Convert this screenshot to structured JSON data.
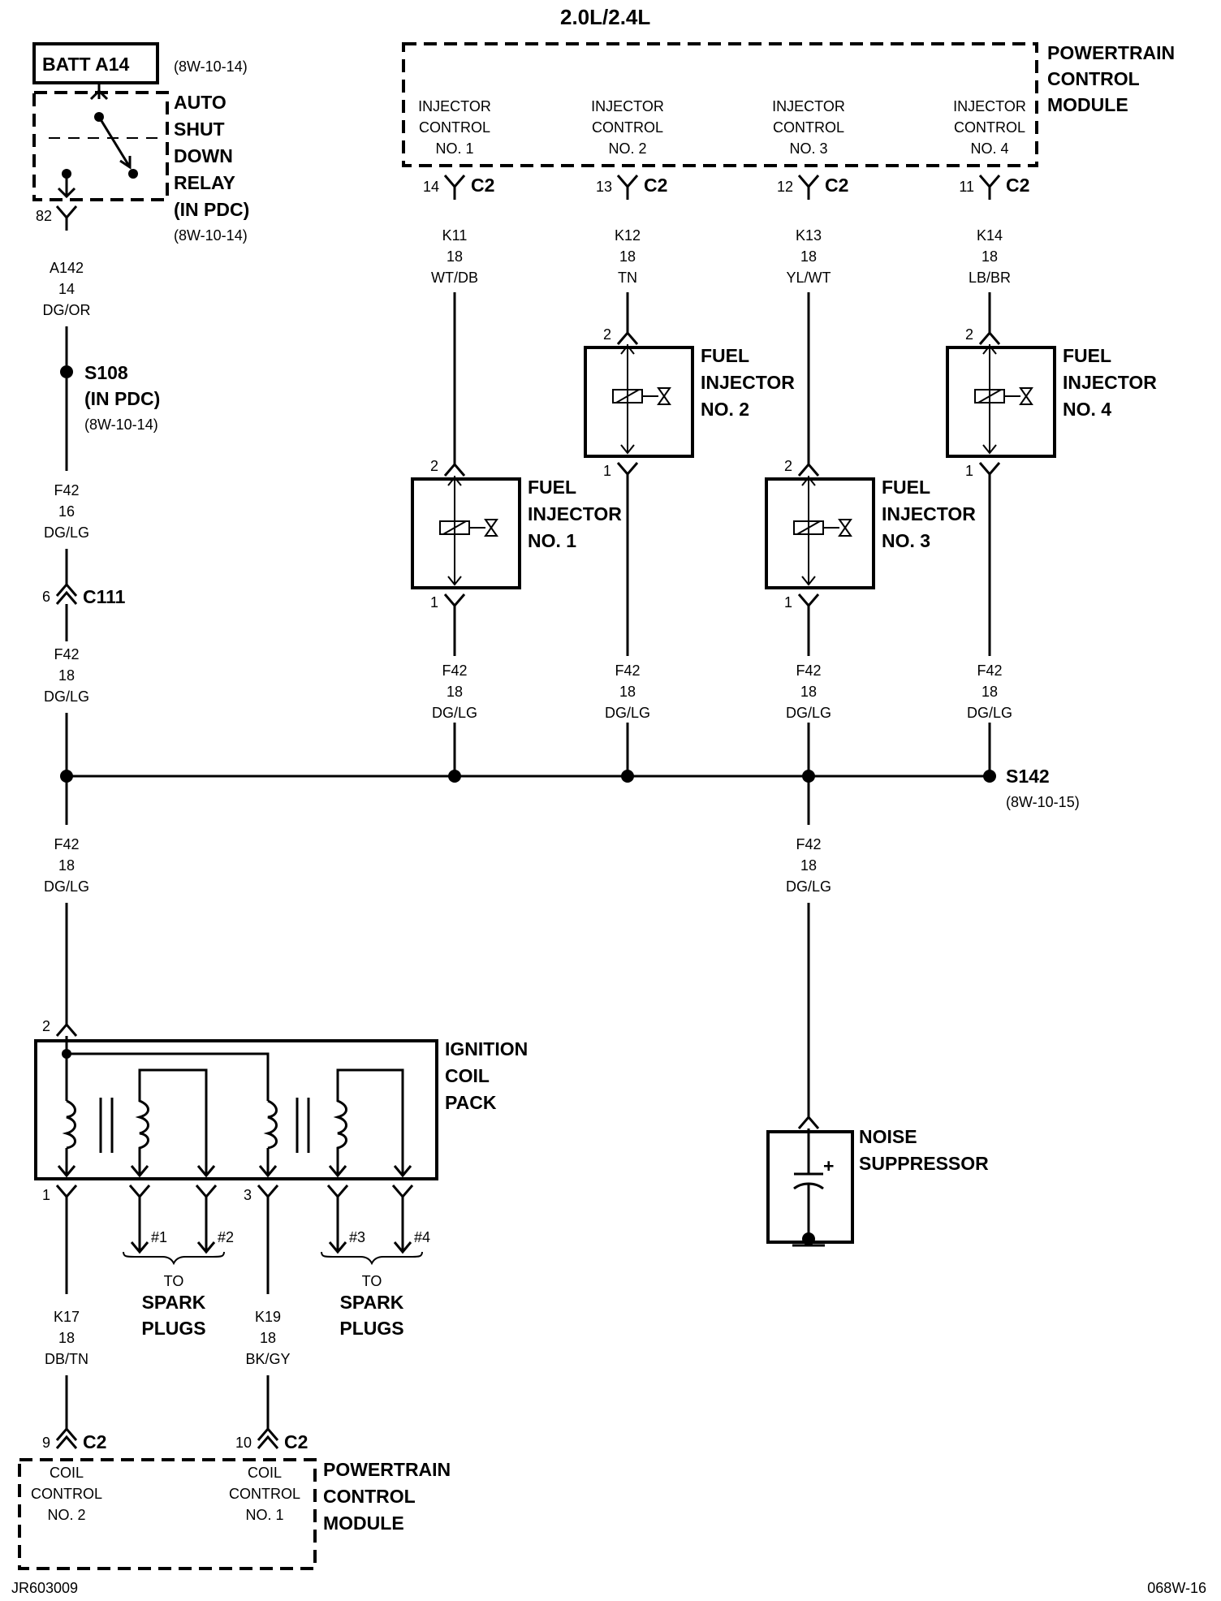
{
  "title": "2.0L/2.4L",
  "pcm_top": {
    "label": [
      "POWERTRAIN",
      "CONTROL",
      "MODULE"
    ],
    "injector_controls": [
      {
        "lines": [
          "INJECTOR",
          "CONTROL",
          "NO. 1"
        ],
        "pin": "14",
        "connector": "C2"
      },
      {
        "lines": [
          "INJECTOR",
          "CONTROL",
          "NO. 2"
        ],
        "pin": "13",
        "connector": "C2"
      },
      {
        "lines": [
          "INJECTOR",
          "CONTROL",
          "NO. 3"
        ],
        "pin": "12",
        "connector": "C2"
      },
      {
        "lines": [
          "INJECTOR",
          "CONTROL",
          "NO. 4"
        ],
        "pin": "11",
        "connector": "C2"
      }
    ]
  },
  "injector_wires": [
    {
      "circuit": "K11",
      "gauge": "18",
      "color": "WT/DB"
    },
    {
      "circuit": "K12",
      "gauge": "18",
      "color": "TN"
    },
    {
      "circuit": "K13",
      "gauge": "18",
      "color": "YL/WT"
    },
    {
      "circuit": "K14",
      "gauge": "18",
      "color": "LB/BR"
    }
  ],
  "injectors": [
    {
      "lines": [
        "FUEL",
        "INJECTOR",
        "NO. 1"
      ],
      "pin_top": "2",
      "pin_bottom": "1"
    },
    {
      "lines": [
        "FUEL",
        "INJECTOR",
        "NO. 2"
      ],
      "pin_top": "2",
      "pin_bottom": "1"
    },
    {
      "lines": [
        "FUEL",
        "INJECTOR",
        "NO. 3"
      ],
      "pin_top": "2",
      "pin_bottom": "1"
    },
    {
      "lines": [
        "FUEL",
        "INJECTOR",
        "NO. 4"
      ],
      "pin_top": "2",
      "pin_bottom": "1"
    }
  ],
  "injector_feed_wire": {
    "circuit": "F42",
    "gauge": "18",
    "color": "DG/LG"
  },
  "batt": {
    "label": "BATT A14",
    "ref": "(8W-10-14)"
  },
  "relay": {
    "lines": [
      "AUTO",
      "SHUT",
      "DOWN",
      "RELAY",
      "(IN PDC)"
    ],
    "ref": "(8W-10-14)",
    "pin": "82"
  },
  "wire_a142": {
    "circuit": "A142",
    "gauge": "14",
    "color": "DG/OR"
  },
  "splice_s108": {
    "label": "S108",
    "sub": "(IN PDC)",
    "ref": "(8W-10-14)"
  },
  "wire_f42_16": {
    "circuit": "F42",
    "gauge": "16",
    "color": "DG/LG"
  },
  "connector_c111": {
    "pin": "6",
    "label": "C111"
  },
  "wire_f42_18a": {
    "circuit": "F42",
    "gauge": "18",
    "color": "DG/LG"
  },
  "splice_s142": {
    "label": "S142",
    "ref": "(8W-10-15)"
  },
  "wire_f42_18b": {
    "circuit": "F42",
    "gauge": "18",
    "color": "DG/LG"
  },
  "wire_f42_18c": {
    "circuit": "F42",
    "gauge": "18",
    "color": "DG/LG"
  },
  "coil_pack": {
    "lines": [
      "IGNITION",
      "COIL",
      "PACK"
    ],
    "pin_top": "2",
    "pin_1": "1",
    "pin_3": "3"
  },
  "spark_groups": [
    {
      "plugs": [
        "#1",
        "#2"
      ],
      "to": "TO",
      "lines": [
        "SPARK",
        "PLUGS"
      ]
    },
    {
      "plugs": [
        "#3",
        "#4"
      ],
      "to": "TO",
      "lines": [
        "SPARK",
        "PLUGS"
      ]
    }
  ],
  "noise_suppressor": {
    "lines": [
      "NOISE",
      "SUPPRESSOR"
    ],
    "plus": "+"
  },
  "wire_k17": {
    "circuit": "K17",
    "gauge": "18",
    "color": "DB/TN"
  },
  "wire_k19": {
    "circuit": "K19",
    "gauge": "18",
    "color": "BK/GY"
  },
  "pcm_bottom": {
    "label": [
      "POWERTRAIN",
      "CONTROL",
      "MODULE"
    ],
    "coil_controls": [
      {
        "lines": [
          "COIL",
          "CONTROL",
          "NO. 2"
        ],
        "pin": "9",
        "connector": "C2"
      },
      {
        "lines": [
          "COIL",
          "CONTROL",
          "NO. 1"
        ],
        "pin": "10",
        "connector": "C2"
      }
    ]
  },
  "footer_left": "JR603009",
  "footer_right": "068W-16"
}
